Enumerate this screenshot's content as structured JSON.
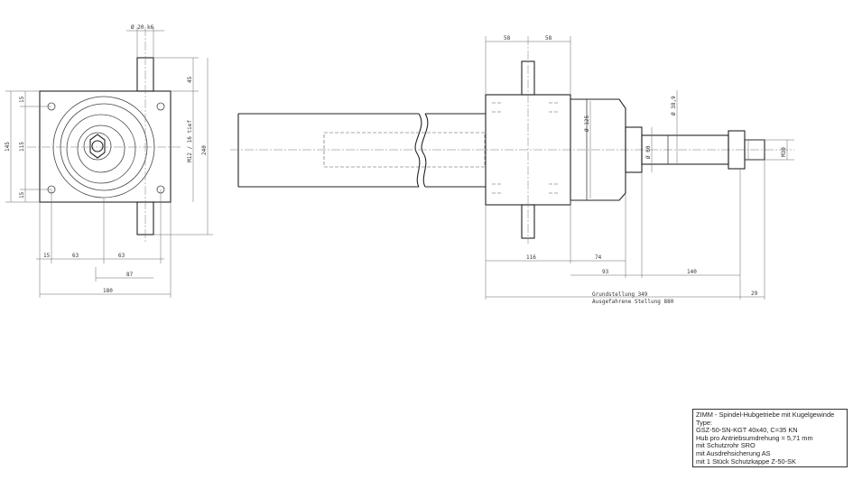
{
  "front_view": {
    "dims": {
      "top_width": "Ø 20 k6",
      "shaft_length": "45",
      "thread": "M12 / 16 tief",
      "height_total": "240",
      "height_outer": "145",
      "height_a": "15",
      "height_b": "115",
      "height_c": "15",
      "bottom_a": "15",
      "bottom_b": "63",
      "bottom_c": "63",
      "bottom_d": "87",
      "bottom_e": "180"
    }
  },
  "side_view": {
    "dims": {
      "top_left": "58",
      "top_right": "58",
      "dia_125": "Ø 125",
      "dia_60": "Ø 60",
      "dia_389": "Ø 38,9",
      "thread": "M30",
      "len_116": "116",
      "len_74": "74",
      "len_93": "93",
      "len_140": "140",
      "len_29": "29",
      "grund": "Grundstellung 349",
      "ausgef": "Ausgefahrene Stellung 880"
    }
  },
  "info": {
    "line1": "ZIMM - Spindel-Hubgetriebe mit Kugelgewinde",
    "line2": "Type:",
    "line3": "GSZ-50-SN-KGT 40x40, C=35 KN",
    "line4": "Hub pro Antriebsumdrehung = 5,71 mm",
    "line5": "mit Schutzrohr SRO",
    "line6": "mit Ausdrehsicherung AS",
    "line7": "mit 1 Stück Schutzkappe Z-50-SK"
  }
}
